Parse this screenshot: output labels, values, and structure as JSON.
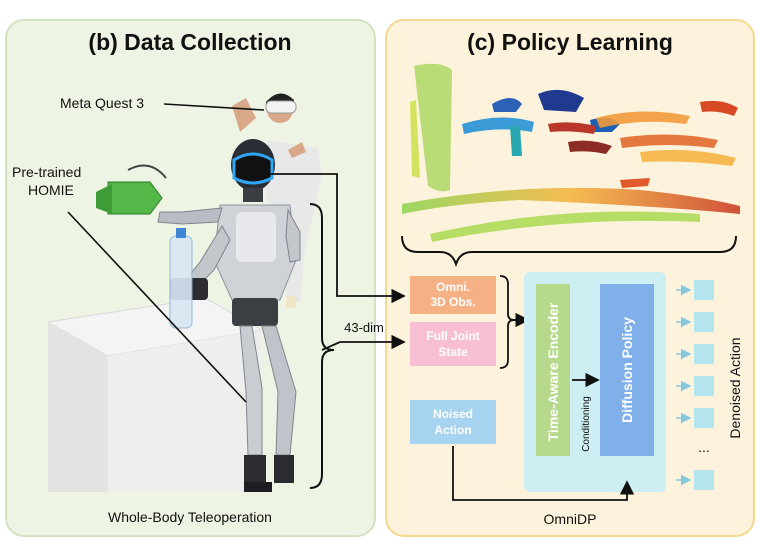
{
  "panels": {
    "data_collection": {
      "title": "(b) Data Collection",
      "footer": "Whole-Body Teleoperation",
      "labels": {
        "meta_quest": "Meta Quest 3",
        "pretrained_line1": "Pre-trained",
        "pretrained_line2": "HOMIE",
        "dim": "43-dim"
      }
    },
    "policy_learning": {
      "title": "(c) Policy Learning",
      "footer": "OmniDP",
      "obs_line1": "Omni.",
      "obs_line2": "3D Obs.",
      "joint_line1": "Full Joint",
      "joint_line2": "State",
      "noise_line1": "Noised",
      "noise_line2": "Action",
      "encoder": "Time-Aware Encoder",
      "conditioning": "Conditioning",
      "diffusion": "Diffusion Policy",
      "denoised": "Denoised Action",
      "ellipsis": "..."
    }
  },
  "colors": {
    "left_panel_bg": "#eef4e4",
    "left_panel_border": "#d2e3c0",
    "right_panel_bg": "#fdf3dc",
    "right_panel_border": "#f3d98e",
    "obs_box": "#f5b083",
    "joint_box": "#f8bfd3",
    "noise_box": "#a6d3ef",
    "policy_panel": "#cdeef2",
    "encoder_box": "#b7d98b",
    "diffusion_box": "#7fb0ea",
    "output_box": "#b4e4ee"
  }
}
